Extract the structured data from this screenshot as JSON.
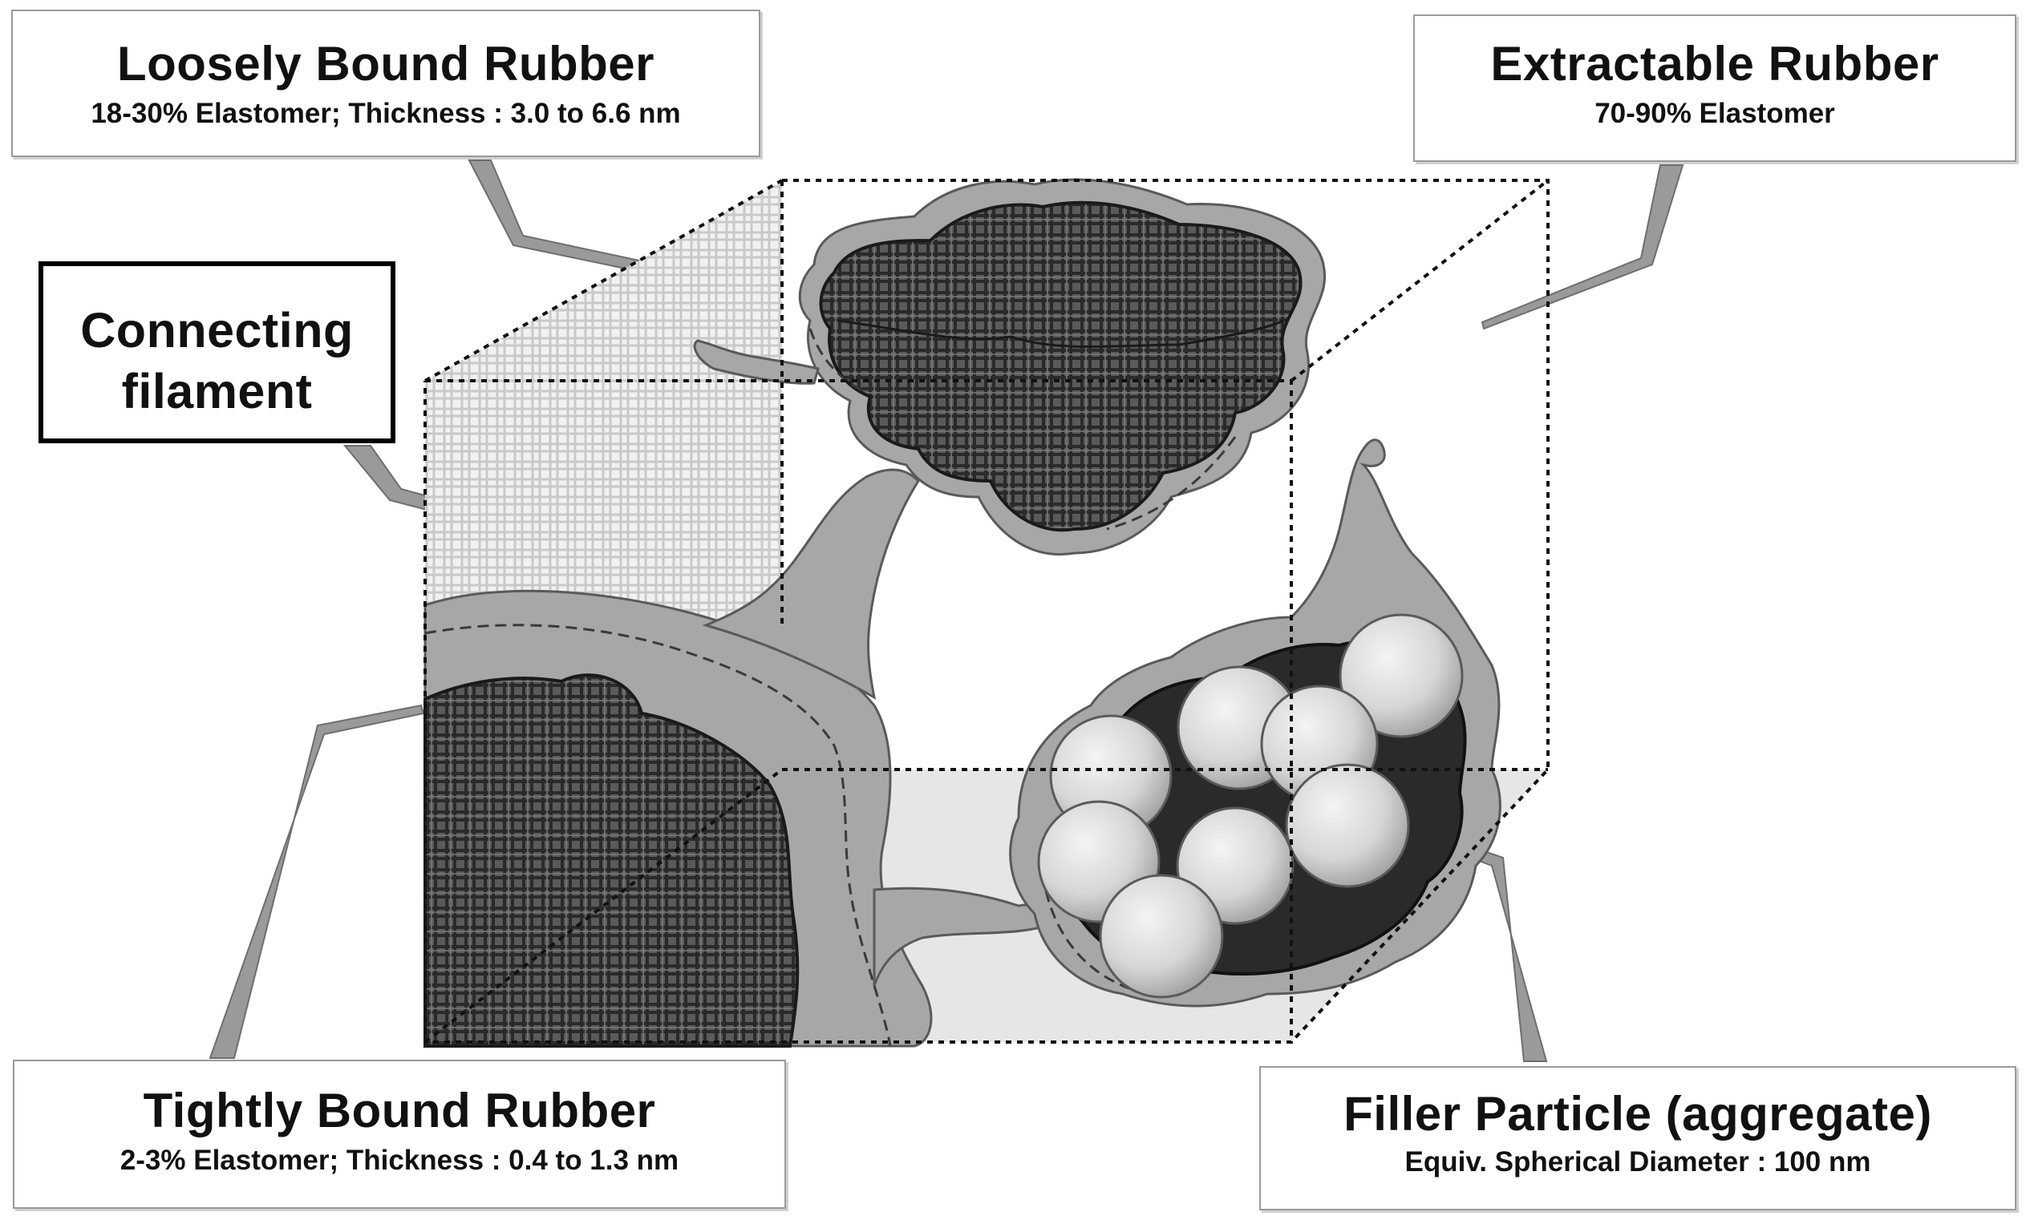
{
  "labels": {
    "loosely_bound": {
      "title": "Loosely Bound Rubber",
      "detail": "18-30% Elastomer; Thickness : 3.0 to 6.6 nm"
    },
    "extractable": {
      "title": "Extractable Rubber",
      "detail": "70-90% Elastomer"
    },
    "connecting_filament": {
      "title_line1": "Connecting",
      "title_line2": "filament"
    },
    "tightly_bound": {
      "title": "Tightly Bound Rubber",
      "detail": "2-3% Elastomer; Thickness : 0.4 to 1.3 nm"
    },
    "filler_particle": {
      "title": "Filler Particle (aggregate)",
      "detail": "Equiv. Spherical Diameter : 100 nm"
    }
  },
  "colors": {
    "rubber_layer": "#a7a7a7",
    "dark_core": "#3a3a3a",
    "dotted_edge": "#111111",
    "hatch_light": "#e2e2e2",
    "sphere": "#dcdcdc"
  }
}
